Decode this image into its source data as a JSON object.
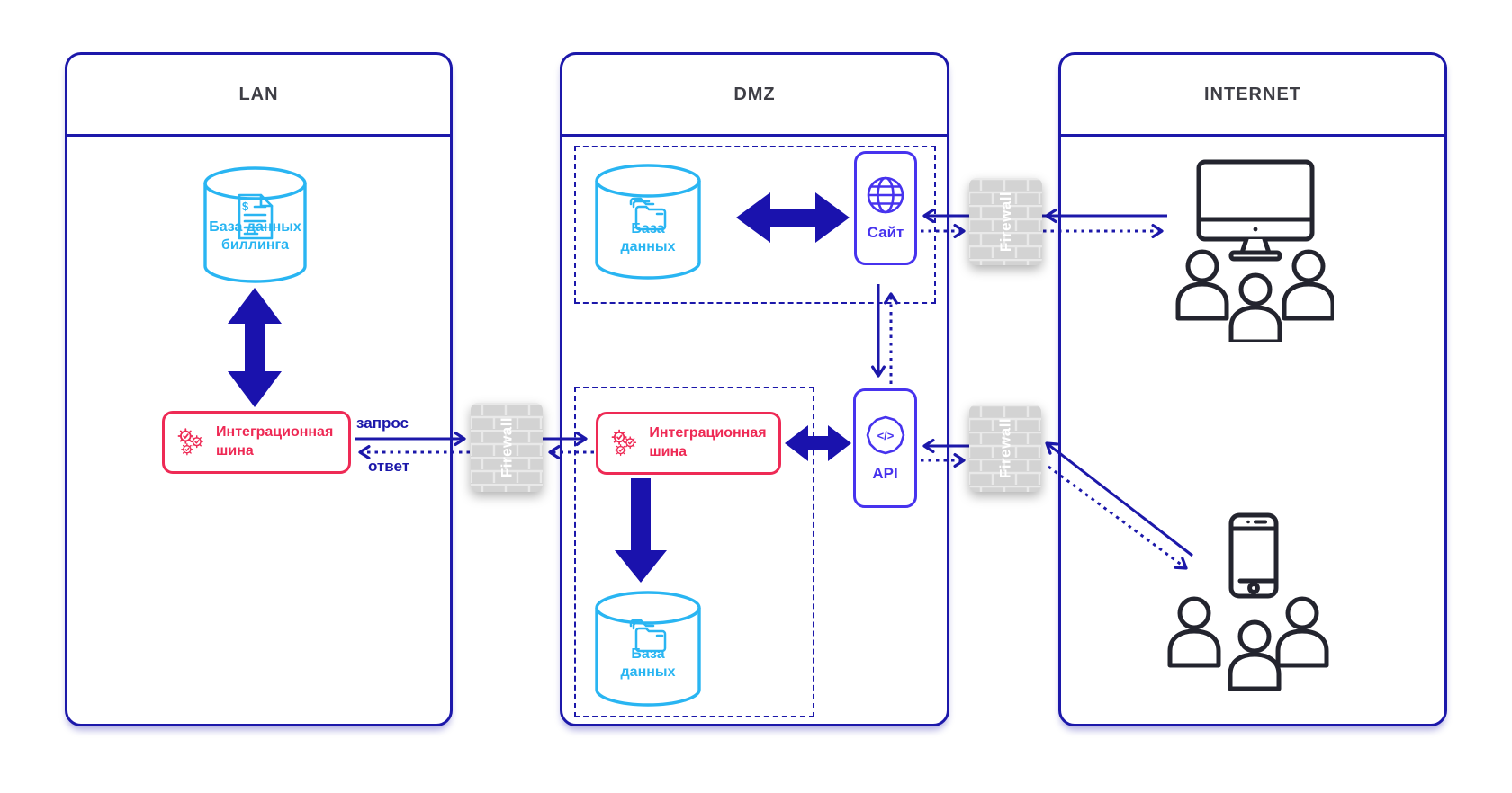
{
  "colors": {
    "navy": "#1c18aa",
    "cyan": "#29b5f2",
    "red": "#ee2a55",
    "violet": "#4733ee",
    "firewall_gray": "#d3d3d3",
    "device_dark": "#23242e",
    "zone_title": "#3e3e45"
  },
  "zones": {
    "lan": {
      "title": "LAN"
    },
    "dmz": {
      "title": "DMZ"
    },
    "internet": {
      "title": "INTERNET"
    }
  },
  "nodes": {
    "billing_db": {
      "label": "База данных биллинга",
      "icon": "database-cylinder-icon",
      "doc_glyph": "$"
    },
    "lan_bus": {
      "label": "Интеграционная шина",
      "icon": "gears-icon"
    },
    "dmz_db_web": {
      "label": "База данных",
      "icon": "folders-icon"
    },
    "site": {
      "label": "Сайт",
      "icon": "globe-icon"
    },
    "dmz_bus": {
      "label": "Интеграционная шина",
      "icon": "gears-icon"
    },
    "api": {
      "label": "API",
      "icon": "code-cog-icon",
      "glyph": "</>"
    },
    "dmz_db_bus": {
      "label": "База данных",
      "icon": "folders-icon"
    },
    "desktop_users": {
      "icon": "desktop-computer-icon"
    },
    "mobile_users": {
      "icon": "mobile-phone-icon"
    }
  },
  "firewalls": {
    "label": "Firewall"
  },
  "flows": {
    "request": "запрос",
    "response": "ответ"
  }
}
